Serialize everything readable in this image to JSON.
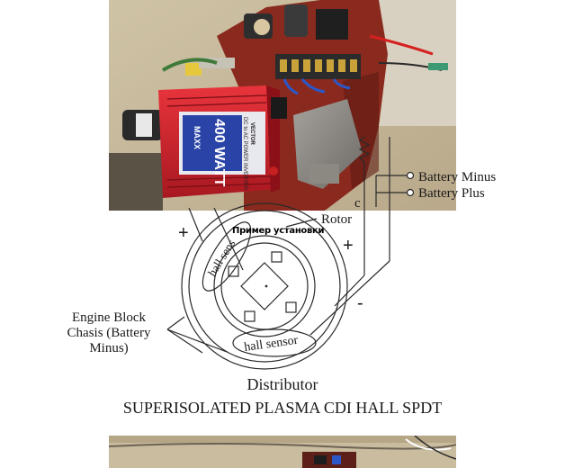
{
  "labels": {
    "battery_minus": "Battery Minus",
    "battery_plus": "Battery Plus",
    "rotor": "Rotor",
    "partial_c": "c",
    "caption_ru": "Пример установки",
    "hall_sensor_top": "hall sens",
    "hall_sensor_bottom": "hall sensor",
    "engine_block": "Engine Block Chasis (Battery Minus)",
    "plus_left": "+",
    "plus_right": "+",
    "minus": "-",
    "distributor": "Distributor",
    "title": "SUPERISOLATED PLASMA CDI HALL SPDT"
  },
  "photo_top": {
    "inverter_brand": "MAXX",
    "inverter_watts": "400 WATT",
    "inverter_model": "VECTOR",
    "inverter_subtitle": "DC to AC POWER INVERTER"
  },
  "colors": {
    "inverter_red": "#d0202a",
    "board_brown": "#8a2a1e",
    "wall_beige": "#c8b89a"
  }
}
